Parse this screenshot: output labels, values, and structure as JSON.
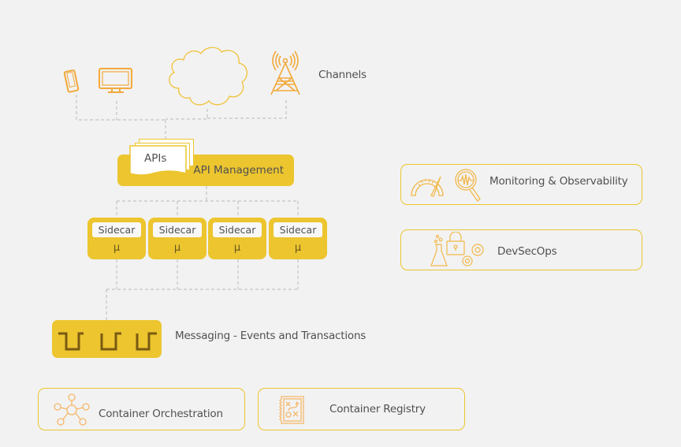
{
  "diagram": {
    "channels": {
      "label": "Channels",
      "icons": [
        "mobile-phone-icon",
        "desktop-monitor-icon",
        "cloud-icon",
        "cell-tower-icon"
      ]
    },
    "api_management": {
      "label": "API Management",
      "apis_label": "APIs"
    },
    "services": [
      {
        "sidecar": "Sidecar",
        "service": "μ"
      },
      {
        "sidecar": "Sidecar",
        "service": "μ"
      },
      {
        "sidecar": "Sidecar",
        "service": "μ"
      },
      {
        "sidecar": "Sidecar",
        "service": "μ"
      }
    ],
    "messaging": {
      "label": "Messaging - Events and Transactions"
    },
    "side_panels": {
      "monitoring": {
        "label": "Monitoring & Observability"
      },
      "devsecops": {
        "label": "DevSecOps"
      }
    },
    "bottom_panels": {
      "orchestration": {
        "label": "Container Orchestration"
      },
      "registry": {
        "label": "Container Registry"
      }
    },
    "colors": {
      "accent_yellow": "#ecc52f",
      "icon_orange": "#f2a93b",
      "background": "#f2f2f2",
      "connector_gray": "#c4c4c4",
      "text": "#505050"
    }
  }
}
